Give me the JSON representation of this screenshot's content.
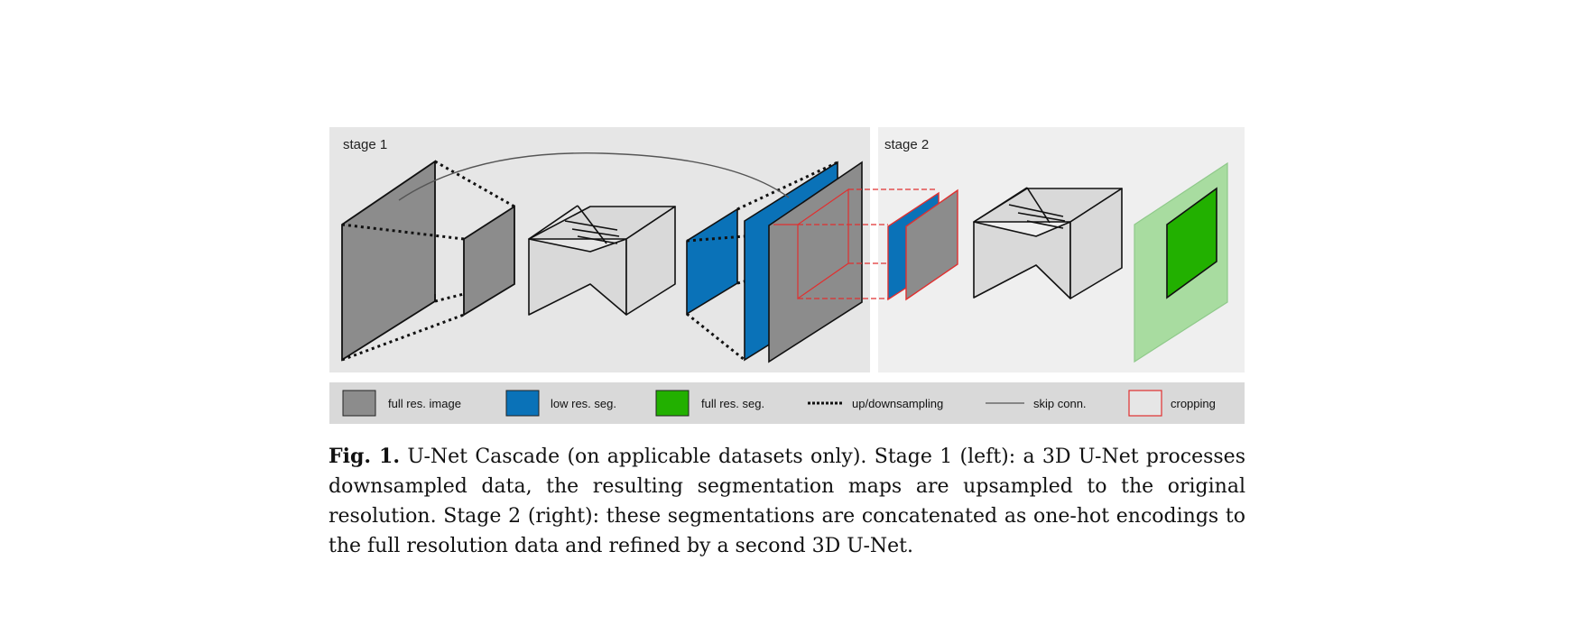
{
  "stages": {
    "stage1_label": "stage 1",
    "stage2_label": "stage 2"
  },
  "legend": [
    {
      "key": "full-res-image",
      "label": "full res. image",
      "swatch": "#8c8c8c",
      "border": "#222222"
    },
    {
      "key": "low-res-seg",
      "label": "low res. seg.",
      "swatch": "#0a72b8",
      "border": "#222222"
    },
    {
      "key": "full-res-seg",
      "label": "full res. seg.",
      "swatch": "#22b000",
      "border": "#222222"
    },
    {
      "key": "updownsampling",
      "label": "up/downsampling"
    },
    {
      "key": "skip-conn",
      "label": "skip conn."
    },
    {
      "key": "cropping",
      "label": "cropping",
      "swatch": "#e6e6e6",
      "border": "#e03030"
    }
  ],
  "colors": {
    "stage1_bg": "#e6e6e6",
    "stage2_bg": "#efefef",
    "legend_bg": "#d9d9d9",
    "image_gray": "#8c8c8c",
    "unet_gray": "#d9d9d9",
    "seg_blue": "#0a72b8",
    "seg_green": "#22b000",
    "seg_green_light": "#a8dca0",
    "crop_red": "#e03030"
  },
  "caption": {
    "fig_label": "Fig. 1.",
    "text": " U-Net Cascade (on applicable datasets only). Stage 1 (left): a 3D U-Net processes downsampled data, the resulting segmentation maps are upsampled to the original resolution. Stage 2 (right): these segmentations are concatenated as one-hot encodings to the full resolution data and refined by a second 3D U-Net."
  }
}
